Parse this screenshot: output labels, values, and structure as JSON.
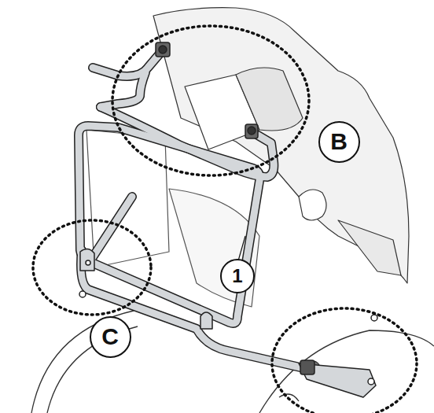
{
  "diagram": {
    "nodes": [
      {
        "text": [
          "B"
        ]
      },
      {
        "text": [
          "1"
        ]
      },
      {
        "text": [
          "C"
        ]
      }
    ]
  }
}
